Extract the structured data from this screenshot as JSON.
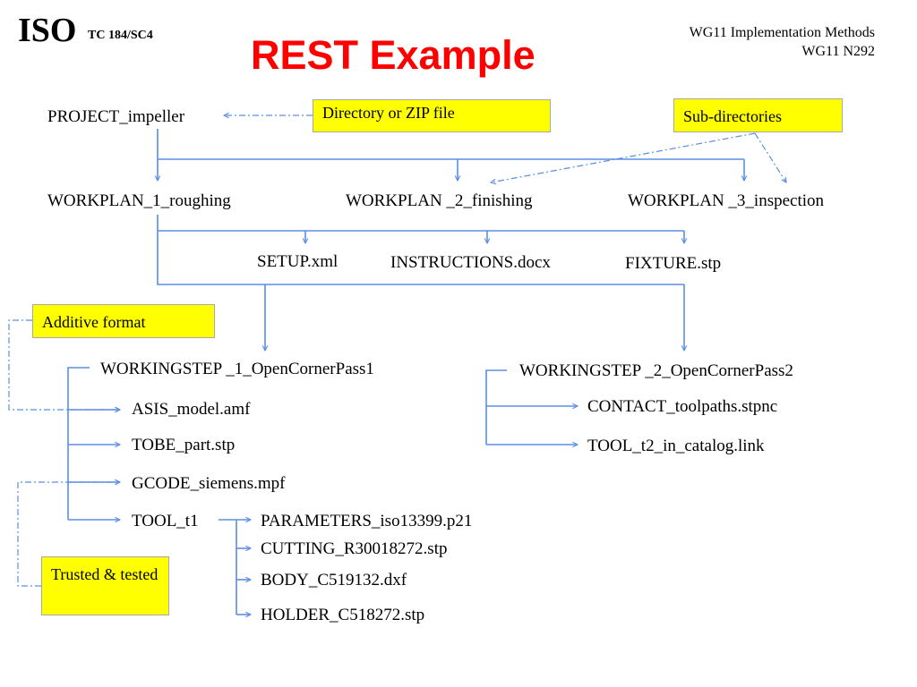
{
  "header": {
    "org": "ISO",
    "committee": "TC 184/SC4",
    "title": "REST Example",
    "meta_line1": "WG11 Implementation Methods",
    "meta_line2": "WG11 N292"
  },
  "notes": {
    "directory_zip": "Directory or ZIP file",
    "sub_directories": "Sub-directories",
    "additive_format": "Additive format",
    "trusted_tested": "Trusted & tested"
  },
  "tree": {
    "project": "PROJECT_impeller",
    "workplans": [
      "WORKPLAN_1_roughing",
      "WORKPLAN _2_finishing",
      "WORKPLAN _3_inspection"
    ],
    "workplan1_files": [
      "SETUP.xml",
      "INSTRUCTIONS.docx",
      "FIXTURE.stp"
    ],
    "workingsteps": [
      "WORKINGSTEP _1_OpenCornerPass1",
      "WORKINGSTEP _2_OpenCornerPass2"
    ],
    "ws1_files": [
      "ASIS_model.amf",
      "TOBE_part.stp",
      "GCODE_siemens.mpf",
      "TOOL_t1"
    ],
    "ws2_files": [
      "CONTACT_toolpaths.stpnc",
      "TOOL_t2_in_catalog.link"
    ],
    "tool_t1_files": [
      "PARAMETERS_iso13399.p21",
      "CUTTING_R30018272.stp",
      "BODY_C519132.dxf",
      "HOLDER_C518272.stp"
    ]
  },
  "colors": {
    "title": "#ff0000",
    "connector": "#5b8ee6",
    "note_fill": "#ffff00"
  }
}
